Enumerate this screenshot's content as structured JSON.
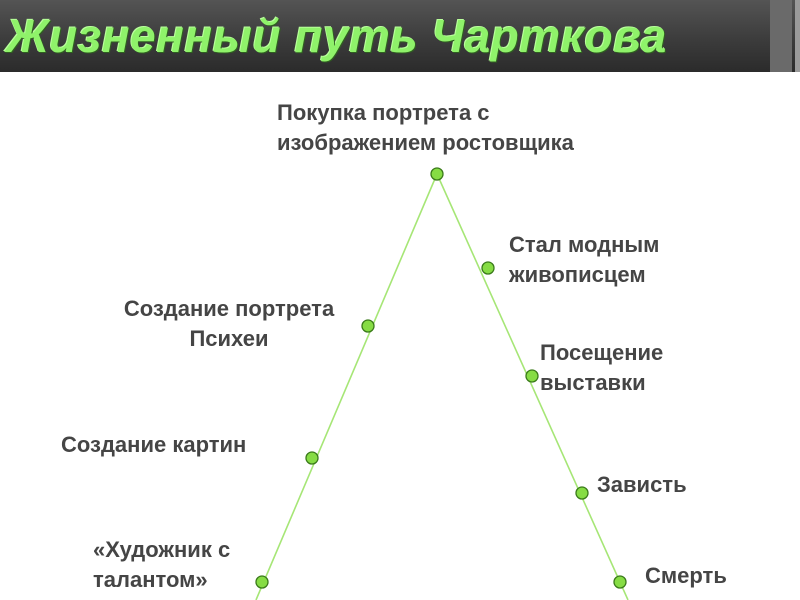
{
  "title": "Жизненный путь Чарткова",
  "colors": {
    "title_text": "#8ff26a",
    "title_bar": "#3c3c3c",
    "line": "#a6e676",
    "node_fill": "#86dc44",
    "node_stroke": "#3a7a1a",
    "label_text": "#454545"
  },
  "nodes": [
    {
      "label": "«Художник с\nталантом»"
    },
    {
      "label": "Создание картин"
    },
    {
      "label": "Создание портрета\nПсихеи"
    },
    {
      "label": "Покупка портрета с\nизображением ростовщика"
    },
    {
      "label": "Стал модным\nживописцем"
    },
    {
      "label": "Посещение\nвыставки"
    },
    {
      "label": "Зависть"
    },
    {
      "label": "Смерть"
    }
  ]
}
